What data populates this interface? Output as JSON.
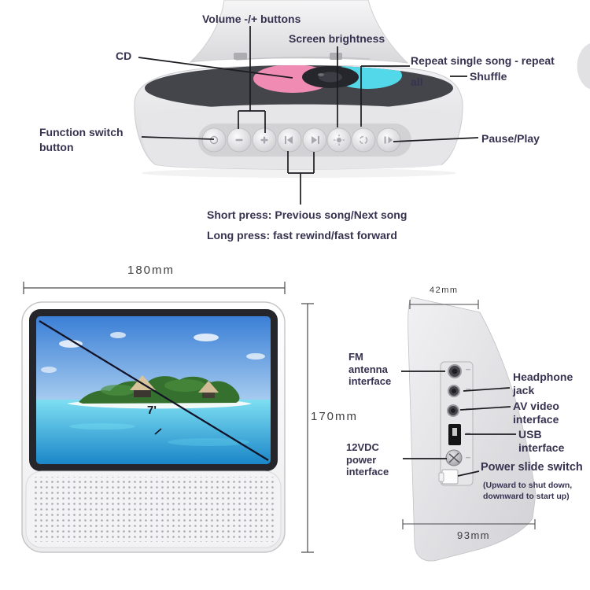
{
  "top_view": {
    "volume_label": "Volume -/+ buttons",
    "brightness_label": "Screen brightness",
    "cd_label": "CD",
    "repeat_label": "Repeat single song - repeat\nall",
    "shuffle_label": "Shuffle",
    "function_label": "Function switch button",
    "pause_label": "Pause/Play",
    "short_press_label": "Short press: Previous song/Next song",
    "long_press_label": "Long press: fast rewind/fast forward"
  },
  "front_view": {
    "width_dim": "180mm",
    "height_dim": "170mm",
    "screen_diagonal": "7'"
  },
  "side_view": {
    "top_dim": "42mm",
    "bottom_dim": "93mm",
    "fm_label": "FM\nantenna\ninterface",
    "headphone_label": "Headphone\njack",
    "av_label": "AV video\ninterface",
    "usb_label": "USB\ninterface",
    "power_label": "12VDC\npower\ninterface",
    "switch_label": "Power slide switch",
    "switch_note": "(Upward to shut down,\ndownward to start up)"
  },
  "colors": {
    "label_text": "#37324f",
    "dimension_text": "#3e3e41",
    "leader_line": "#1b1b1f",
    "disc_pink": "#f08cb4",
    "disc_cyan": "#52d8e8",
    "bezel": "#25262b"
  }
}
